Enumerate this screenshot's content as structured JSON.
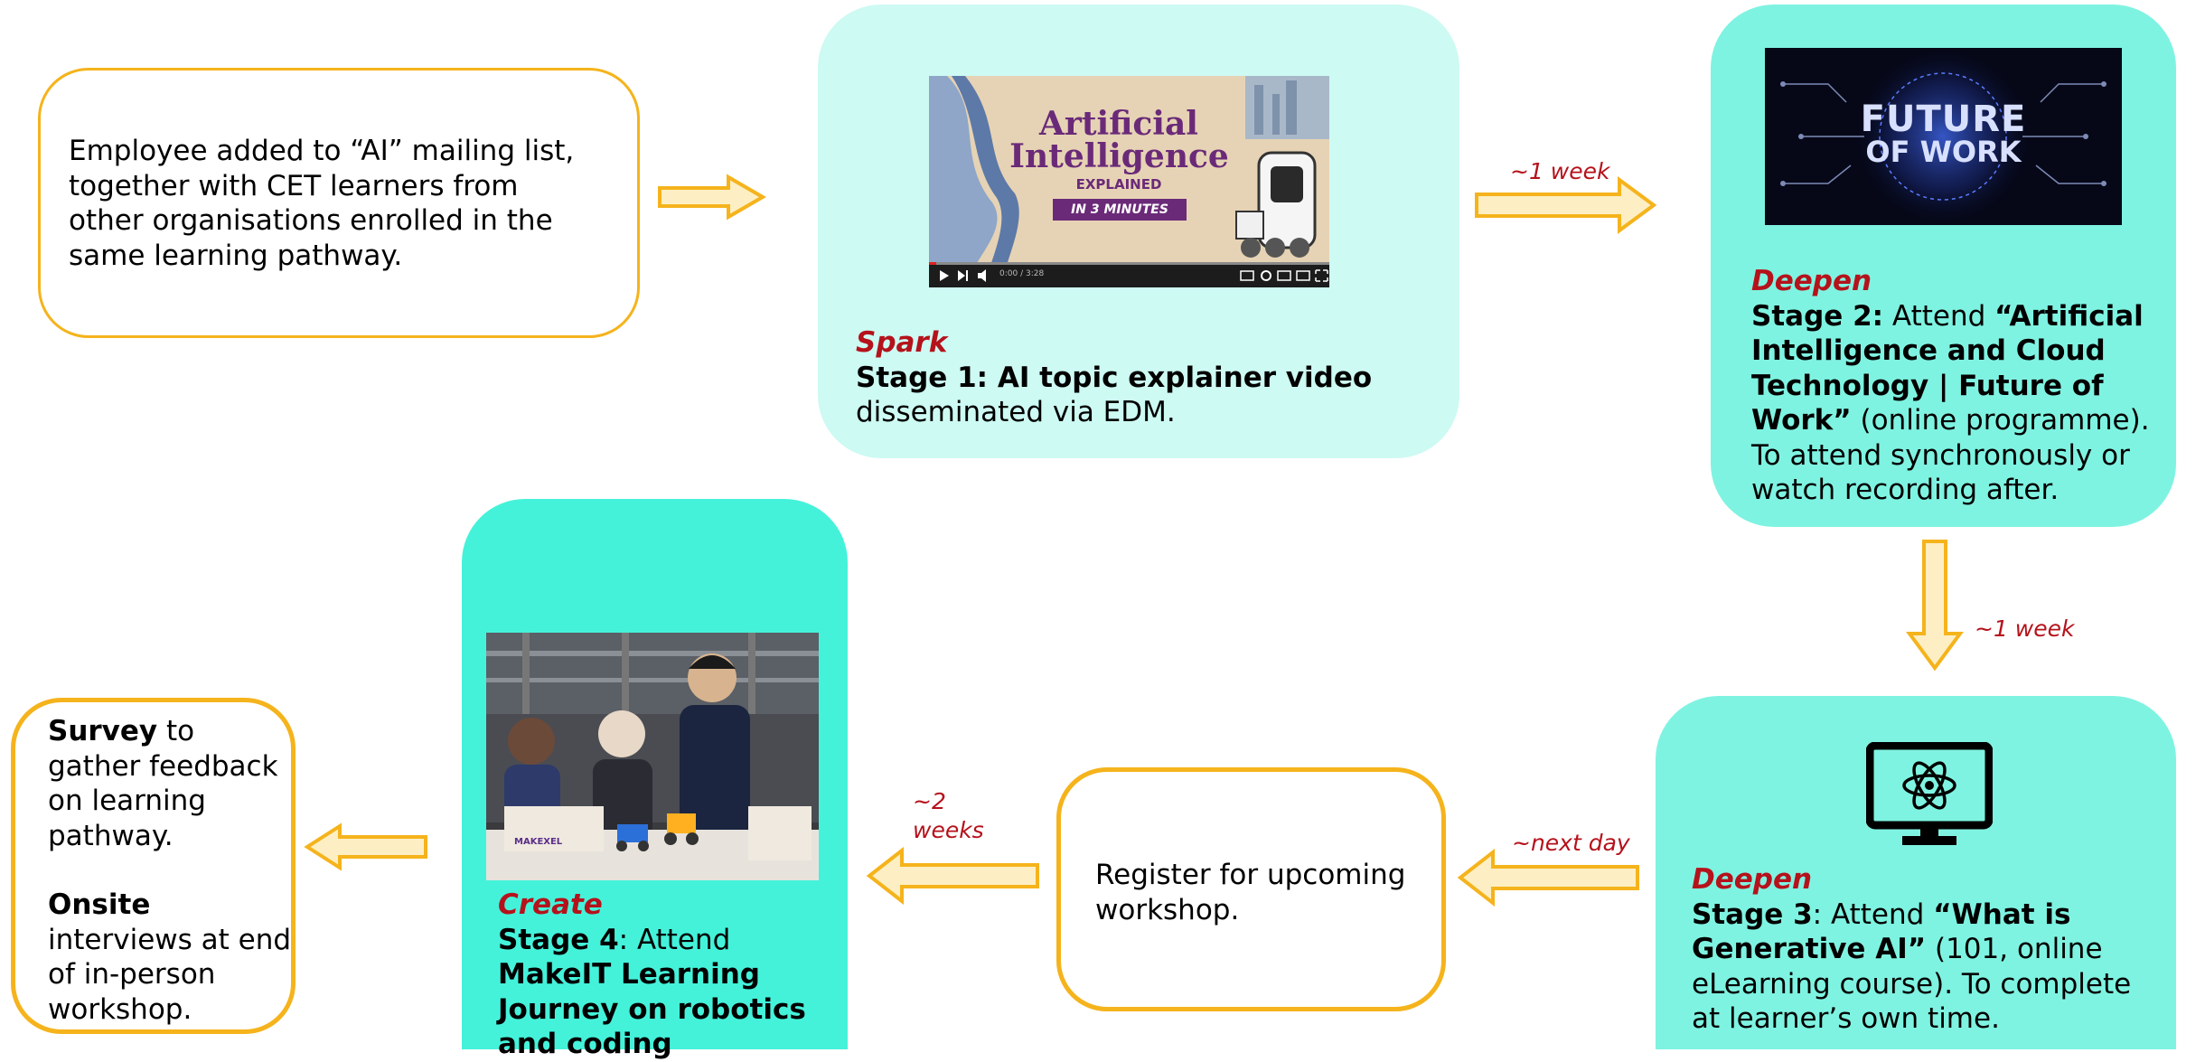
{
  "nodes": {
    "start": {
      "text": "Employee added to “AI” mailing list, together with CET learners from other organisations enrolled in the same learning pathway."
    },
    "stage1": {
      "tag": "Spark",
      "title": "Stage 1: AI topic explainer video",
      "desc": "disseminated via EDM.",
      "image": {
        "line1": "Artificial",
        "line2": "Intelligence",
        "line3": "EXPLAINED",
        "line4": "IN 3 MINUTES",
        "player_time": "0:00 / 3:28"
      }
    },
    "stage2": {
      "tag": "Deepen",
      "prefix": "Stage 2:",
      "verb": " Attend ",
      "title": "“Artificial Intelligence and Cloud Technology | Future of Work”",
      "desc": " (online programme). To attend synchronously or watch recording after.",
      "image": {
        "line1": "FUTURE",
        "line2": "OF WORK"
      }
    },
    "stage3": {
      "tag": "Deepen",
      "prefix": "Stage 3",
      "verb": ": Attend ",
      "title": "“What is Generative AI”",
      "desc": " (101, online eLearning course). To complete at learner’s own time."
    },
    "register": {
      "text": "Register for upcoming workshop."
    },
    "stage4": {
      "tag": "Create",
      "prefix": "Stage 4",
      "verb": ": Attend ",
      "title": "MakeIT Learning Journey on robotics and coding",
      "image": {
        "banner": "MAKEXEL"
      }
    },
    "survey": {
      "bold1": "Survey",
      "text1": " to gather feedback on learning pathway.",
      "bold2": "Onsite",
      "text2": " interviews at end of in-person workshop."
    }
  },
  "edges": {
    "stage1_to_stage2": "~1 week",
    "stage2_to_stage3": "~1 week",
    "stage3_to_register": "~next day",
    "register_to_stage4": "~2 weeks"
  },
  "icons": {
    "stage3_icon": "monitor-atom-icon"
  },
  "colors": {
    "arrow_fill": "#fdefc3",
    "arrow_stroke": "#f5b31c",
    "label_red": "#b5121b",
    "teal_light": "#cdfaf3",
    "teal_mid": "#7ff3e1",
    "teal_strong": "#44f2da"
  }
}
